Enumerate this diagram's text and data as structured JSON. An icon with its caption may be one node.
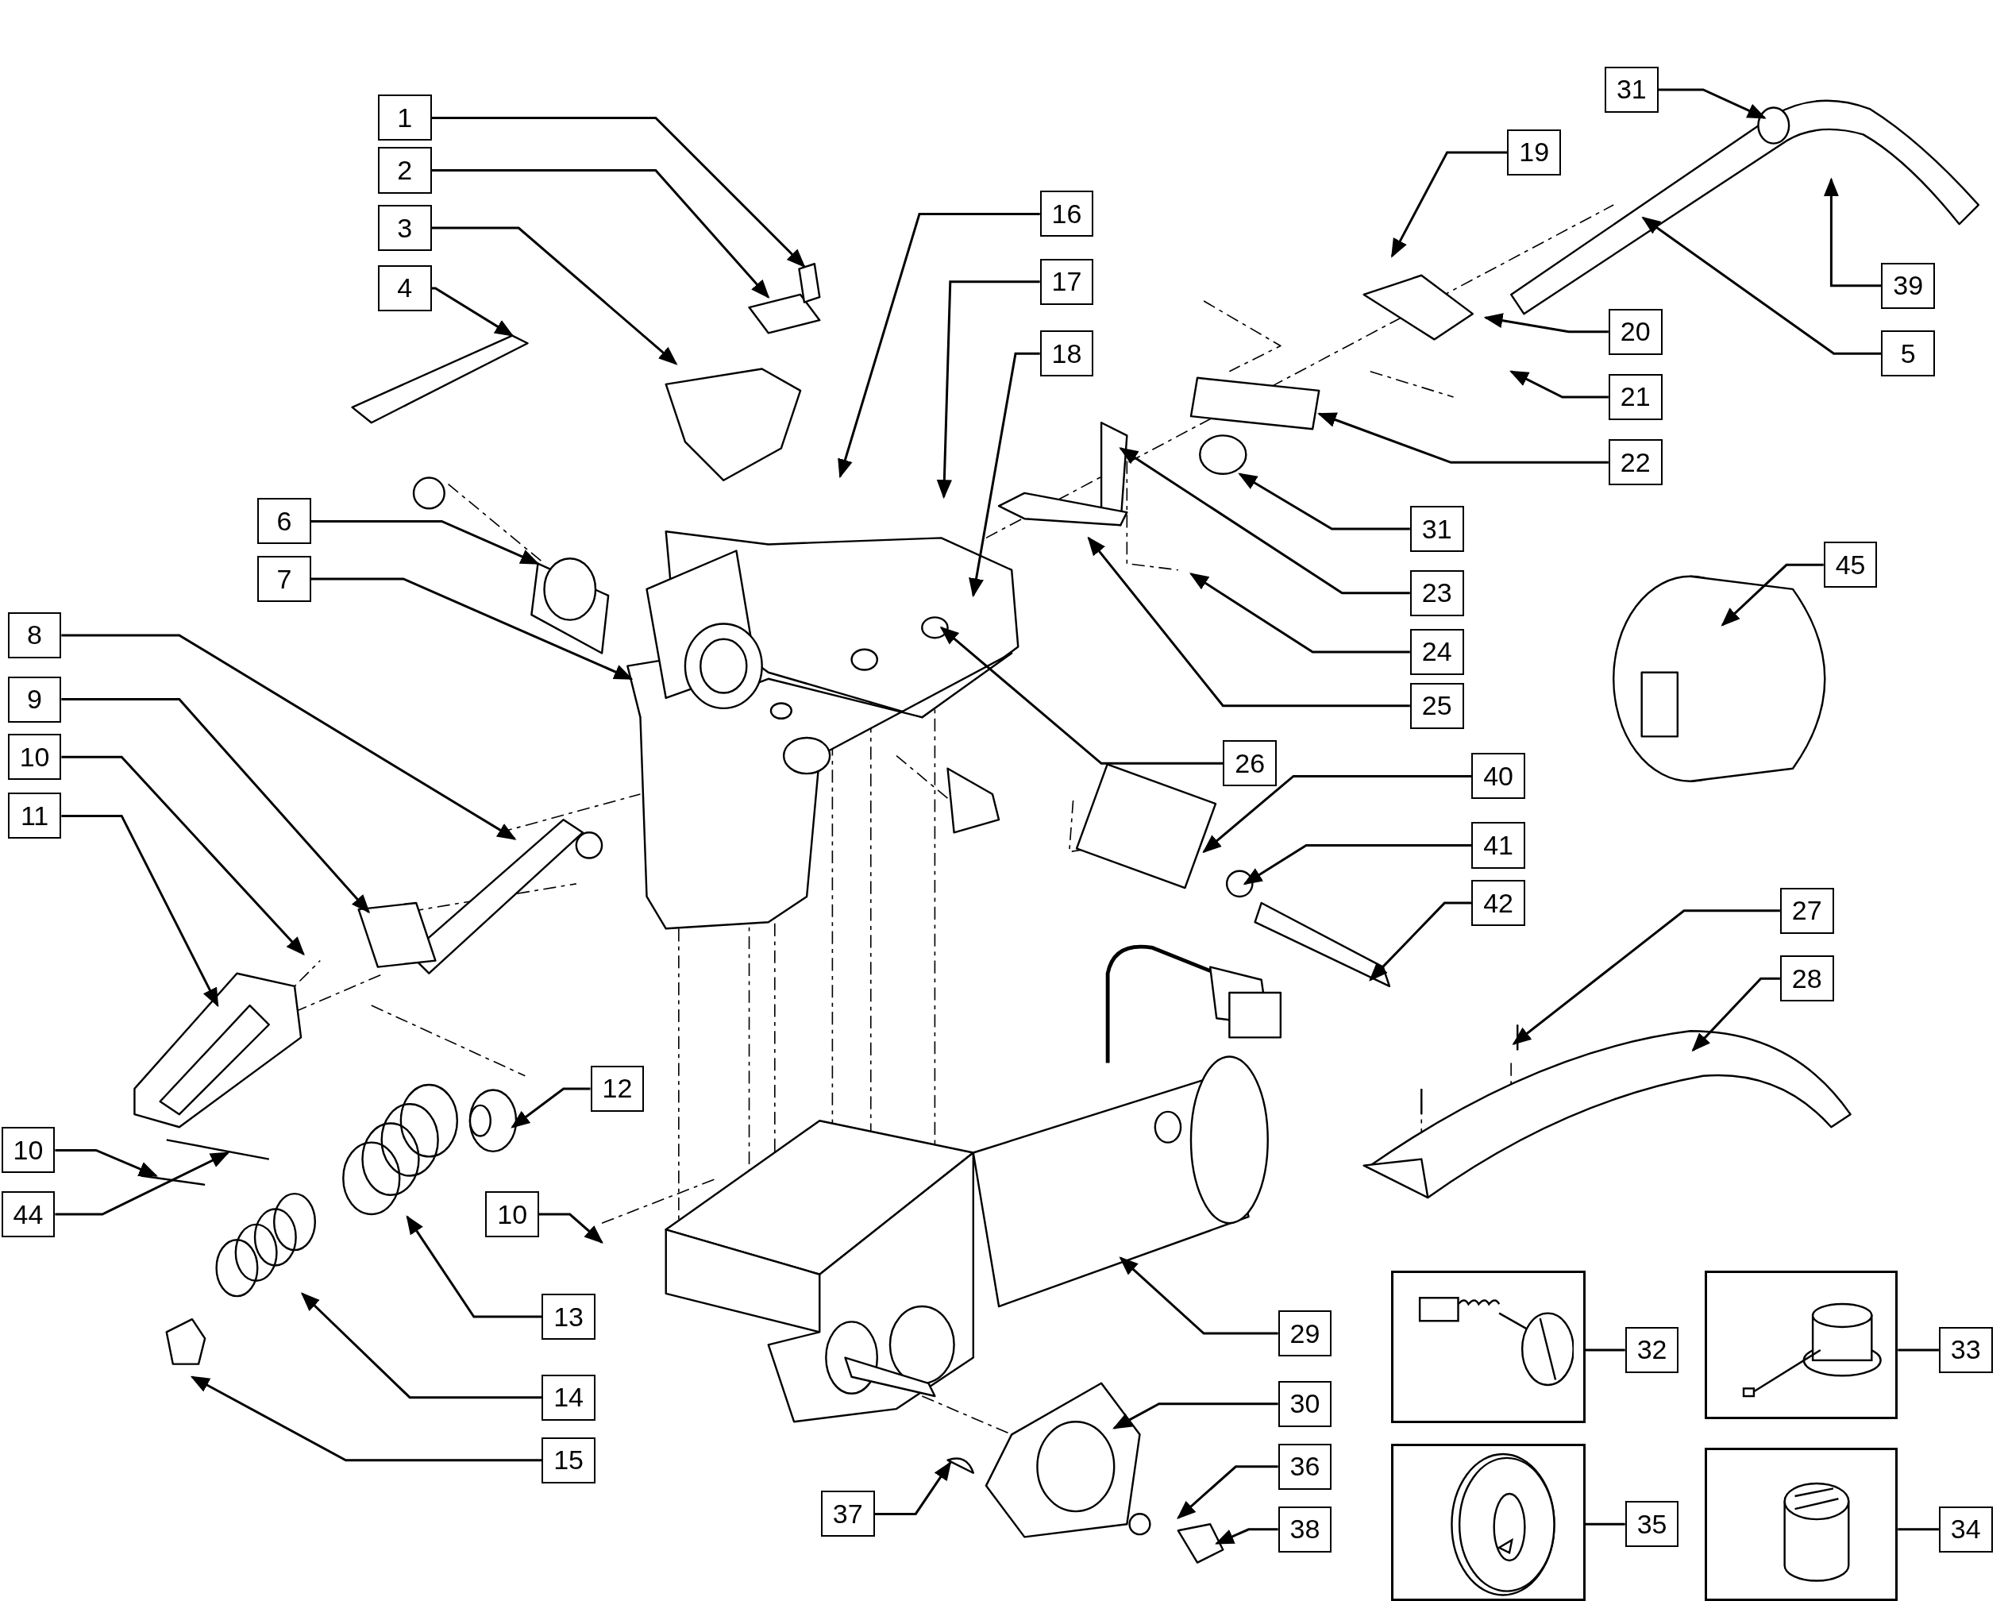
{
  "diagram": {
    "nodes": [
      {
        "text": [
          "1"
        ]
      },
      {
        "text": [
          "2"
        ]
      },
      {
        "text": [
          "3"
        ]
      },
      {
        "text": [
          "4"
        ]
      },
      {
        "text": [
          "31"
        ]
      },
      {
        "text": [
          "19"
        ]
      },
      {
        "text": [
          "16"
        ]
      },
      {
        "text": [
          "17"
        ]
      },
      {
        "text": [
          "39"
        ]
      },
      {
        "text": [
          "20"
        ]
      },
      {
        "text": [
          "5"
        ]
      },
      {
        "text": [
          "18"
        ]
      },
      {
        "text": [
          "21"
        ]
      },
      {
        "text": [
          "22"
        ]
      },
      {
        "text": [
          "6"
        ]
      },
      {
        "text": [
          "31"
        ]
      },
      {
        "text": [
          "45"
        ]
      },
      {
        "text": [
          "7"
        ]
      },
      {
        "text": [
          "23"
        ]
      },
      {
        "text": [
          "8"
        ]
      },
      {
        "text": [
          "24"
        ]
      },
      {
        "text": [
          "9"
        ]
      },
      {
        "text": [
          "25"
        ]
      },
      {
        "text": [
          "10"
        ]
      },
      {
        "text": [
          "26"
        ]
      },
      {
        "text": [
          "40"
        ]
      },
      {
        "text": [
          "11"
        ]
      },
      {
        "text": [
          "41"
        ]
      },
      {
        "text": [
          "42"
        ]
      },
      {
        "text": [
          "27"
        ]
      },
      {
        "text": [
          "28"
        ]
      },
      {
        "text": [
          "12"
        ]
      },
      {
        "text": [
          "10"
        ]
      },
      {
        "text": [
          "10"
        ]
      },
      {
        "text": [
          "44"
        ]
      },
      {
        "text": [
          "13"
        ]
      },
      {
        "text": [
          "29"
        ]
      },
      {
        "text": [
          "32"
        ]
      },
      {
        "text": [
          "33"
        ]
      },
      {
        "text": [
          "14"
        ]
      },
      {
        "text": [
          "30"
        ]
      },
      {
        "text": [
          "15"
        ]
      },
      {
        "text": [
          "36"
        ]
      },
      {
        "text": [
          "37"
        ]
      },
      {
        "text": [
          "35"
        ]
      },
      {
        "text": [
          "34"
        ]
      },
      {
        "text": [
          "38"
        ]
      },
      {
        "text": [],
        "shape": "picture"
      },
      {
        "text": [],
        "shape": "picture"
      },
      {
        "text": [],
        "shape": "picture"
      },
      {
        "text": [],
        "shape": "picture"
      }
    ],
    "edges": [
      {
        "from": 0,
        "to": null,
        "arrow": "to"
      },
      {
        "from": 1,
        "to": null,
        "arrow": "to"
      },
      {
        "from": 2,
        "to": null,
        "arrow": "to"
      },
      {
        "from": 3,
        "to": null,
        "arrow": "to"
      },
      {
        "from": 4,
        "to": null,
        "arrow": "to"
      },
      {
        "from": 5,
        "to": null,
        "arrow": "to"
      },
      {
        "from": 6,
        "to": null,
        "arrow": "to"
      },
      {
        "from": 7,
        "to": null,
        "arrow": "to"
      },
      {
        "from": 8,
        "to": null,
        "arrow": "to"
      },
      {
        "from": 9,
        "to": null,
        "arrow": "to"
      },
      {
        "from": 10,
        "to": null,
        "arrow": "to"
      },
      {
        "from": 11,
        "to": null,
        "arrow": "to"
      },
      {
        "from": 12,
        "to": null,
        "arrow": "to"
      },
      {
        "from": 13,
        "to": null,
        "arrow": "to"
      },
      {
        "from": 14,
        "to": null,
        "arrow": "to"
      },
      {
        "from": 15,
        "to": null,
        "arrow": "to"
      },
      {
        "from": 16,
        "to": null,
        "arrow": "to"
      },
      {
        "from": 17,
        "to": null,
        "arrow": "to"
      },
      {
        "from": 18,
        "to": null,
        "arrow": "to"
      },
      {
        "from": 19,
        "to": null,
        "arrow": "to"
      },
      {
        "from": 20,
        "to": null,
        "arrow": "to"
      },
      {
        "from": 21,
        "to": null,
        "arrow": "to"
      },
      {
        "from": 22,
        "to": null,
        "arrow": "to"
      },
      {
        "from": 23,
        "to": null,
        "arrow": "to"
      },
      {
        "from": 24,
        "to": null,
        "arrow": "to"
      },
      {
        "from": 25,
        "to": null,
        "arrow": "to"
      },
      {
        "from": 26,
        "to": null,
        "arrow": "to"
      },
      {
        "from": 27,
        "to": null,
        "arrow": "to"
      },
      {
        "from": 28,
        "to": null,
        "arrow": "to"
      },
      {
        "from": 29,
        "to": null,
        "arrow": "to"
      },
      {
        "from": 30,
        "to": null,
        "arrow": "to"
      },
      {
        "from": 31,
        "to": null,
        "arrow": "to"
      },
      {
        "from": 32,
        "to": null,
        "arrow": "to"
      },
      {
        "from": 33,
        "to": null,
        "arrow": "to"
      },
      {
        "from": 34,
        "to": null,
        "arrow": "to"
      },
      {
        "from": 35,
        "to": null,
        "arrow": "to"
      },
      {
        "from": 36,
        "to": null,
        "arrow": "to"
      },
      {
        "from": 39,
        "to": null,
        "arrow": "to"
      },
      {
        "from": 40,
        "to": null,
        "arrow": "to"
      },
      {
        "from": 41,
        "to": null,
        "arrow": "to"
      },
      {
        "from": 42,
        "to": null,
        "arrow": "to"
      },
      {
        "from": 43,
        "to": null,
        "arrow": "to"
      },
      {
        "from": 46,
        "to": null,
        "arrow": "to"
      },
      {
        "from": 37,
        "to": 47,
        "arrow": "none"
      },
      {
        "from": 38,
        "to": 48,
        "arrow": "none"
      },
      {
        "from": 44,
        "to": 49,
        "arrow": "none"
      },
      {
        "from": 45,
        "to": 50,
        "arrow": "none"
      }
    ]
  }
}
